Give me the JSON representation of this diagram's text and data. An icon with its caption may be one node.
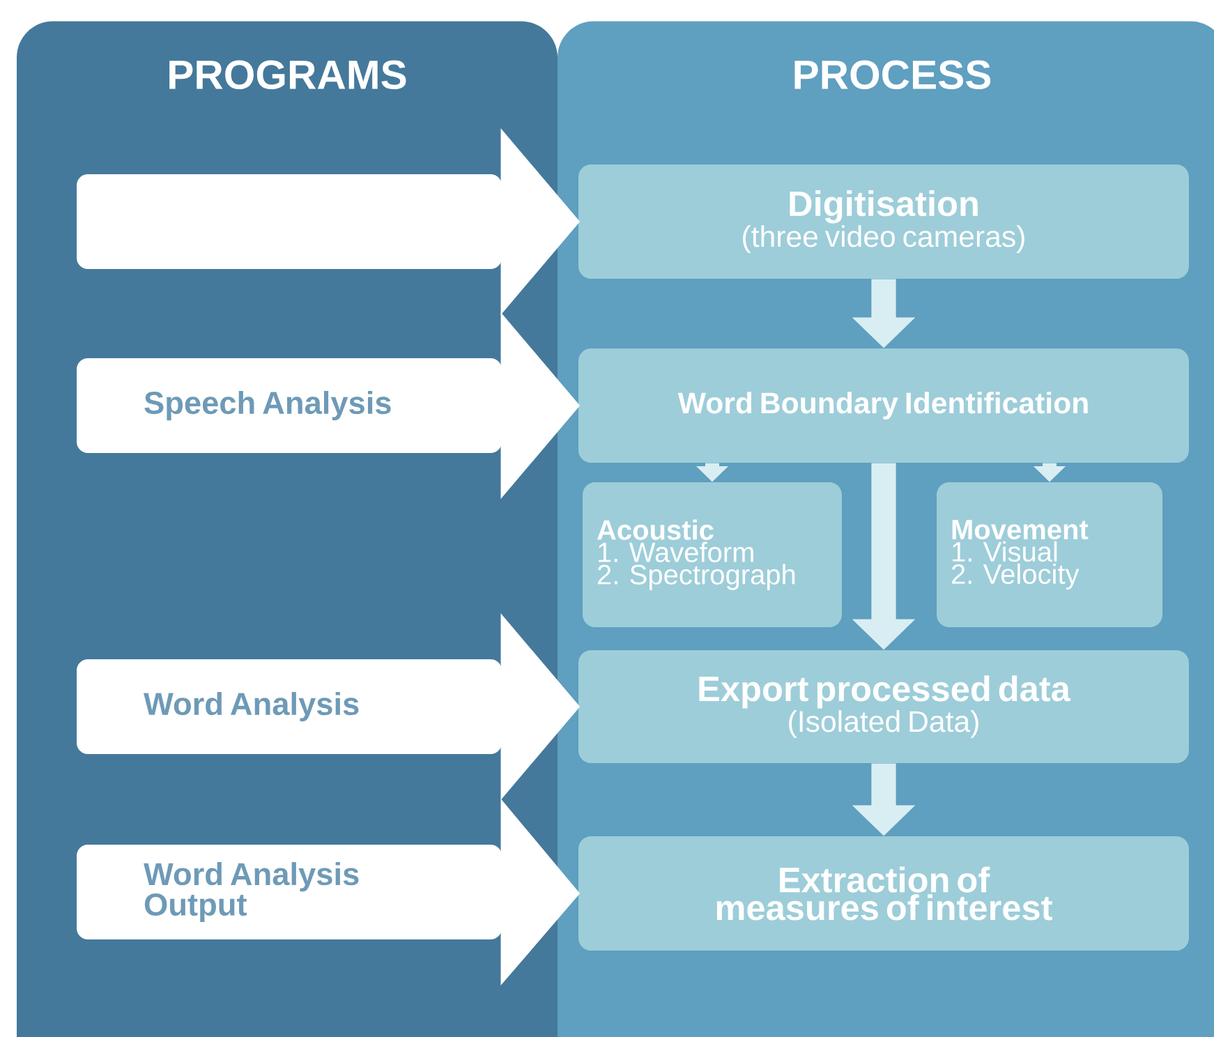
{
  "diagram": {
    "nodes": [
      {
        "text": [
          "PROGRAMS"
        ]
      },
      {
        "text": [
          "PROCESS"
        ]
      },
      {
        "text": [],
        "shape": "box",
        "in": 0
      },
      {
        "text": [
          "Digitisation",
          "(three video cameras)"
        ],
        "in": 1
      },
      {
        "text": [
          "Speech Analysis"
        ],
        "in": 0
      },
      {
        "text": [
          "Word Boundary Identification"
        ],
        "in": 1
      },
      {
        "text": [
          "Acoustic",
          "1. Waveform",
          "2. Spectrograph"
        ],
        "in": 1
      },
      {
        "text": [
          "Movement",
          "1. Visual",
          "2. Velocity"
        ],
        "in": 1
      },
      {
        "text": [
          "Word Analysis"
        ],
        "in": 0
      },
      {
        "text": [
          "Export processed data",
          "(Isolated Data)"
        ],
        "in": 1
      },
      {
        "text": [
          "Word Analysis Output"
        ],
        "in": 0
      },
      {
        "text": [
          "Extraction of measures of interest"
        ],
        "in": 1
      }
    ],
    "edges": [
      {
        "from": 2,
        "to": 3,
        "arrow": "to",
        "style": "thick",
        "color": "#ffffff"
      },
      {
        "from": 3,
        "to": 5,
        "arrow": "to"
      },
      {
        "from": 4,
        "to": 5,
        "arrow": "to",
        "style": "thick",
        "color": "#ffffff"
      },
      {
        "from": 5,
        "to": 6,
        "arrow": "to"
      },
      {
        "from": 5,
        "to": 7,
        "arrow": "to"
      },
      {
        "from": 5,
        "to": 9,
        "arrow": "to"
      },
      {
        "from": 8,
        "to": 9,
        "arrow": "to",
        "style": "thick",
        "color": "#ffffff"
      },
      {
        "from": 9,
        "to": 11,
        "arrow": "to"
      },
      {
        "from": 10,
        "to": 11,
        "arrow": "to",
        "style": "thick",
        "color": "#ffffff"
      }
    ]
  }
}
